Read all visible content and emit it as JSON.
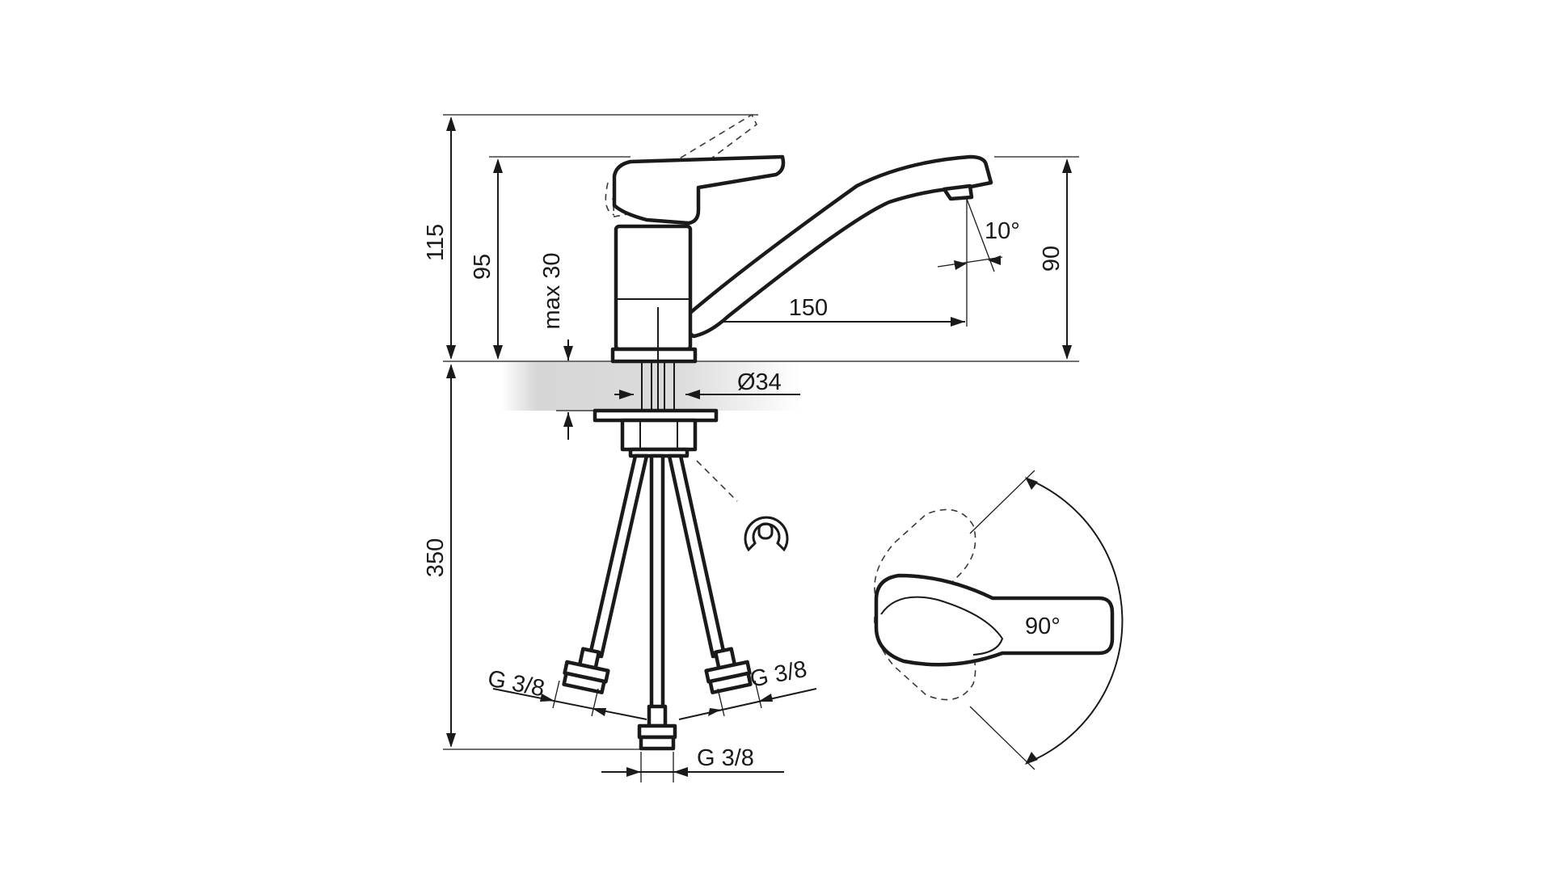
{
  "dimensions": {
    "total_height": "115",
    "lever_height": "95",
    "max_counter_thickness": "max 30",
    "spout_height": "90",
    "spout_reach": "150",
    "spout_angle": "10°",
    "hole_diameter": "Ø34",
    "hose_length": "350",
    "thread_left": "G 3/8",
    "thread_right": "G 3/8",
    "thread_center": "G 3/8",
    "lever_rotation": "90°"
  },
  "colors": {
    "line": "#1a1a1a",
    "counter_shade": "#d9d9d9",
    "hose_fill": "#ffffff"
  }
}
